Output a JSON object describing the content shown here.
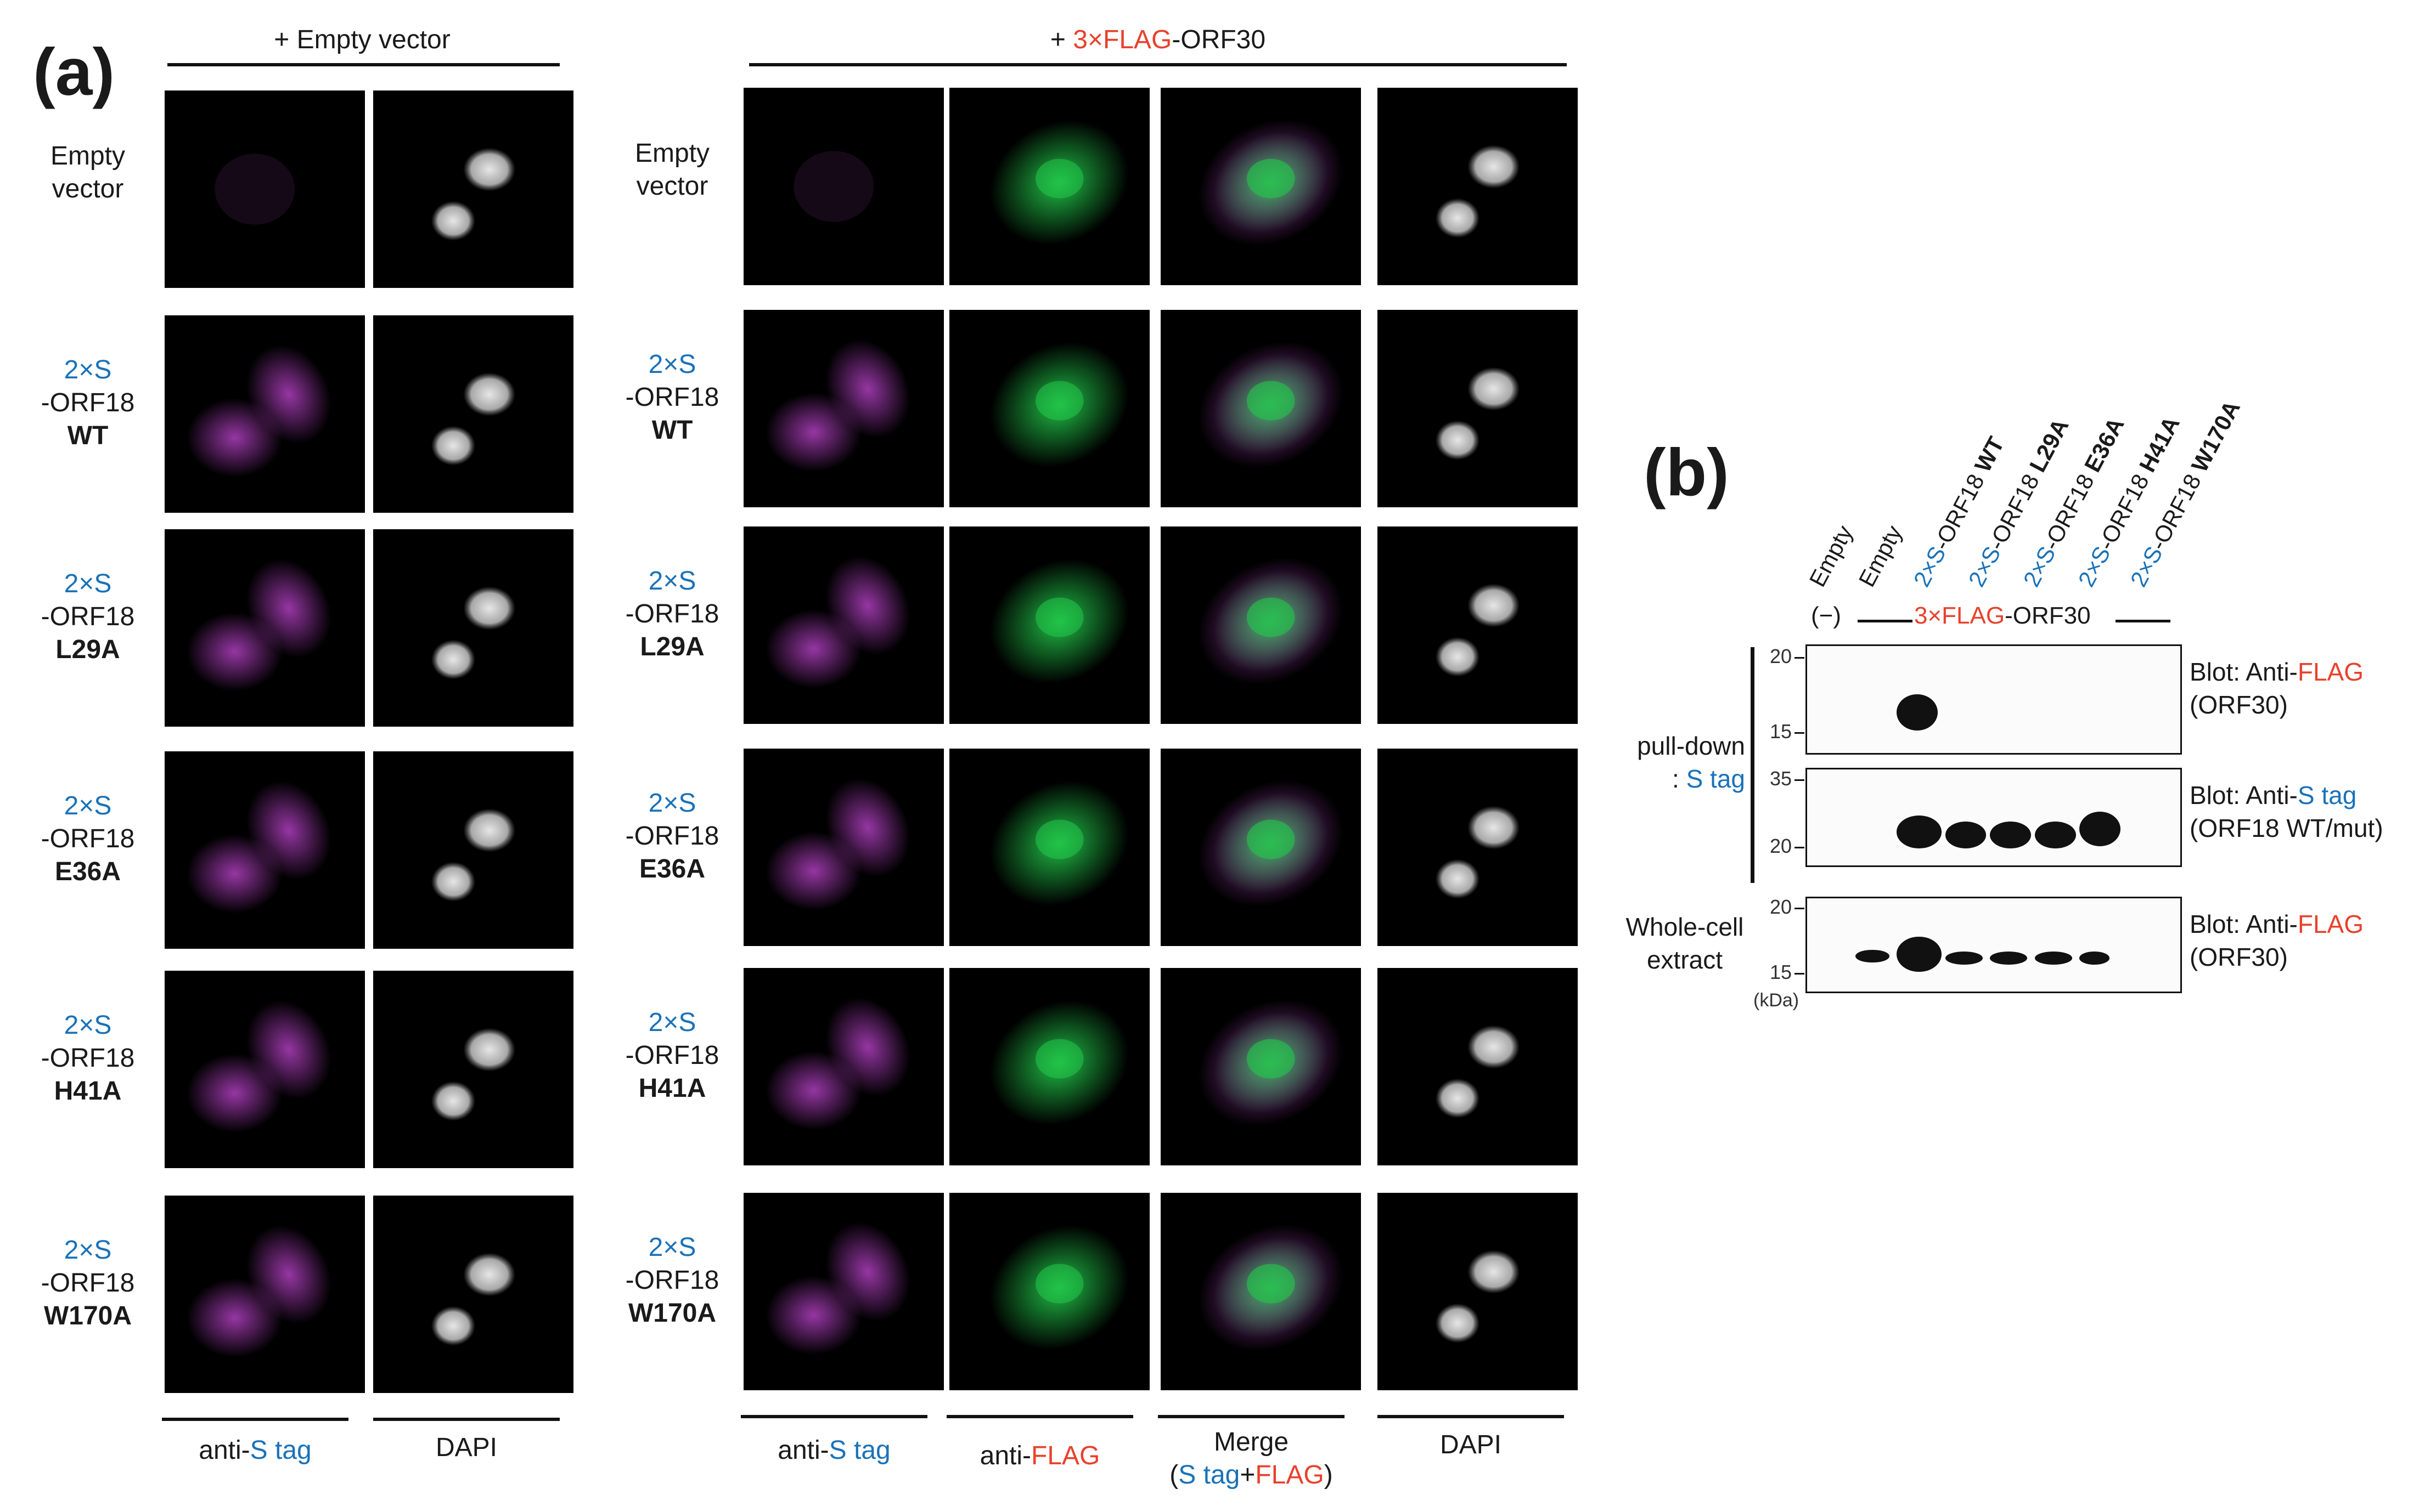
{
  "figure": {
    "panel_a_label": "(a)",
    "panel_b_label": "(b)"
  },
  "panel_a": {
    "group_left": {
      "prefix": "+ ",
      "label": "Empty vector"
    },
    "group_right": {
      "prefix": "+ ",
      "tag": "3×FLAG",
      "suffix": "-ORF30"
    },
    "rows": [
      {
        "line1": "Empty",
        "line2": "vector",
        "line3": ""
      },
      {
        "line1": "2×S",
        "line2": "-ORF18",
        "line3": "WT"
      },
      {
        "line1": "2×S",
        "line2": "-ORF18",
        "line3": "L29A"
      },
      {
        "line1": "2×S",
        "line2": "-ORF18",
        "line3": "E36A"
      },
      {
        "line1": "2×S",
        "line2": "-ORF18",
        "line3": "H41A"
      },
      {
        "line1": "2×S",
        "line2": "-ORF18",
        "line3": "W170A"
      }
    ],
    "columns_left": {
      "c1_prefix": "anti-",
      "c1_tag": "S tag",
      "c2": "DAPI"
    },
    "columns_right": {
      "c1_prefix": "anti-",
      "c1_tag": "S tag",
      "c2_prefix": "anti-",
      "c2_tag": "FLAG",
      "c3_line1": "Merge",
      "c3_open": "(",
      "c3_tag1": "S tag",
      "c3_plus": "+",
      "c3_tag2": "FLAG",
      "c3_close": ")",
      "c4": "DAPI"
    }
  },
  "panel_b": {
    "lanes": [
      {
        "prefix": "",
        "text": "Empty",
        "mut": ""
      },
      {
        "prefix": "",
        "text": "Empty",
        "mut": ""
      },
      {
        "prefix": "2×S",
        "text": "-ORF18 ",
        "mut": "WT"
      },
      {
        "prefix": "2×S",
        "text": "-ORF18 ",
        "mut": "L29A"
      },
      {
        "prefix": "2×S",
        "text": "-ORF18 ",
        "mut": "E36A"
      },
      {
        "prefix": "2×S",
        "text": "-ORF18 ",
        "mut": "H41A"
      },
      {
        "prefix": "2×S",
        "text": "-ORF18 ",
        "mut": "W170A"
      }
    ],
    "minus_label": "(−)",
    "group_tag": "3×FLAG",
    "group_suffix": "-ORF30",
    "pulldown_line1": "pull-down",
    "pulldown_line2_prefix": ": ",
    "pulldown_line2_tag": "S tag",
    "wce_line1": "Whole-cell",
    "wce_line2": "extract",
    "kda": "(kDa)",
    "blots": [
      {
        "ticks": [
          "20",
          "15"
        ],
        "label_prefix": "Blot: Anti-",
        "label_tag": "FLAG",
        "label_line2": "(ORF30)",
        "tag_color": "red"
      },
      {
        "ticks": [
          "35",
          "20"
        ],
        "label_prefix": "Blot: Anti-",
        "label_tag": "S tag",
        "label_line2": "(ORF18 WT/mut)",
        "tag_color": "blue"
      },
      {
        "ticks": [
          "20",
          "15"
        ],
        "label_prefix": "Blot: Anti-",
        "label_tag": "FLAG",
        "label_line2": "(ORF30)",
        "tag_color": "red"
      }
    ]
  },
  "colors": {
    "magenta": "#b040c0",
    "green": "#22c84a",
    "blue_text": "#1a72b8",
    "red_text": "#e8412c"
  }
}
